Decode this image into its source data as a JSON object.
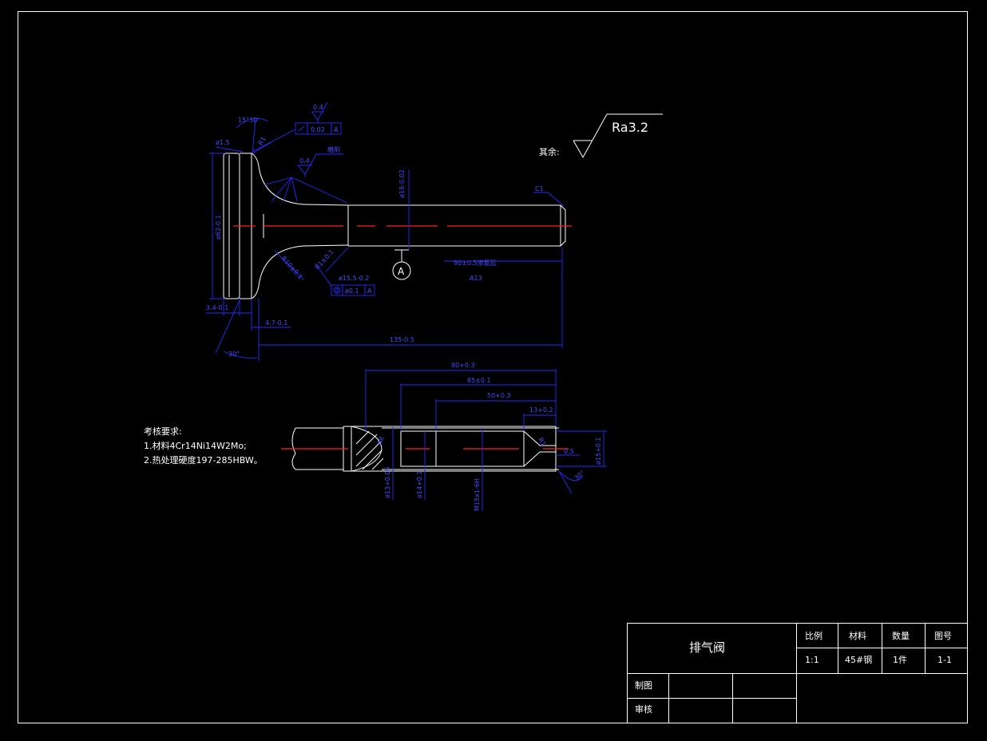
{
  "surface_finish": {
    "label": "其余:",
    "value": "Ra3.2"
  },
  "notes": {
    "title": "考核要求:",
    "items": [
      "1.材料4Cr14Ni14W2Mo;",
      "2.热处理硬度197-285HBW。"
    ]
  },
  "title_block": {
    "part_name": "排气阀",
    "headers": [
      "比例",
      "材料",
      "数量",
      "图号"
    ],
    "values": [
      "1:1",
      "45#钢",
      "1件",
      "1-1"
    ],
    "rows": [
      "制图",
      "审核"
    ]
  },
  "dimensions": {
    "angle_top": "15°30'",
    "dia_1_5": "ø1.5",
    "r_1": "R1",
    "tol_flat": "0.02",
    "tol_datum": "A",
    "rough_04_top": "0.4",
    "rough_04_mid": "0.4",
    "rough_mid_note": "磨削",
    "dia_head": "ø62-0.1",
    "dia_stem": "ø18-0.02",
    "chamfer": "C1",
    "r_fillet": "R10±0.1",
    "r_small": "R1±0.1",
    "dia_neck": "ø15.5-0.2",
    "coax_tol": "ø0.1",
    "coax_datum": "A",
    "datum_label": "A",
    "len_90": "90±0.5渗氮层",
    "len_90_sub": "A13",
    "thk_34": "3.4-0.1",
    "thk_47": "4.7-0.1",
    "total_len": "135-0.5",
    "angle_bottom": "30°",
    "len_80": "80+0.3",
    "len_85": "85±0.1",
    "len_50": "50+0.3",
    "len_13": "13+0.2",
    "sec_r1": "R1",
    "sec_05": "0.5",
    "sec_dia_15": "ø15+0.1",
    "sec_angle": "30°",
    "sec_r8": "R8",
    "sec_dia_13": "ø13+0.05",
    "sec_dia_14": "ø14+0.1",
    "sec_thread": "M15x1-6H"
  }
}
